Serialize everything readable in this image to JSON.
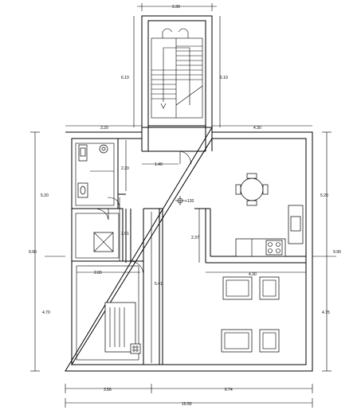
{
  "plan": {
    "dimensions": {
      "stair_width": "2.30",
      "stair_left_height": "6.10",
      "stair_right_height": "6.10",
      "left_top_width": "3.20",
      "right_top_width": "4.30",
      "bathroom_width": "2.20",
      "stair_door_width": "1.40",
      "bath_height_left": "5.20",
      "right_height_top": "5.20",
      "overall_height_left": "9.90",
      "overall_height_right": "9.90",
      "shower_height": "2.01",
      "kitchen_height": "2.37",
      "bedroom_width": "2.65",
      "living_width": "4.30",
      "hall_length": "5.41",
      "left_bottom_height": "4.70",
      "right_bottom_height": "4.75",
      "bottom_left_width": "3.56",
      "bottom_right_width": "6.74",
      "overall_width": "10.50"
    },
    "level_marker": "+120"
  }
}
